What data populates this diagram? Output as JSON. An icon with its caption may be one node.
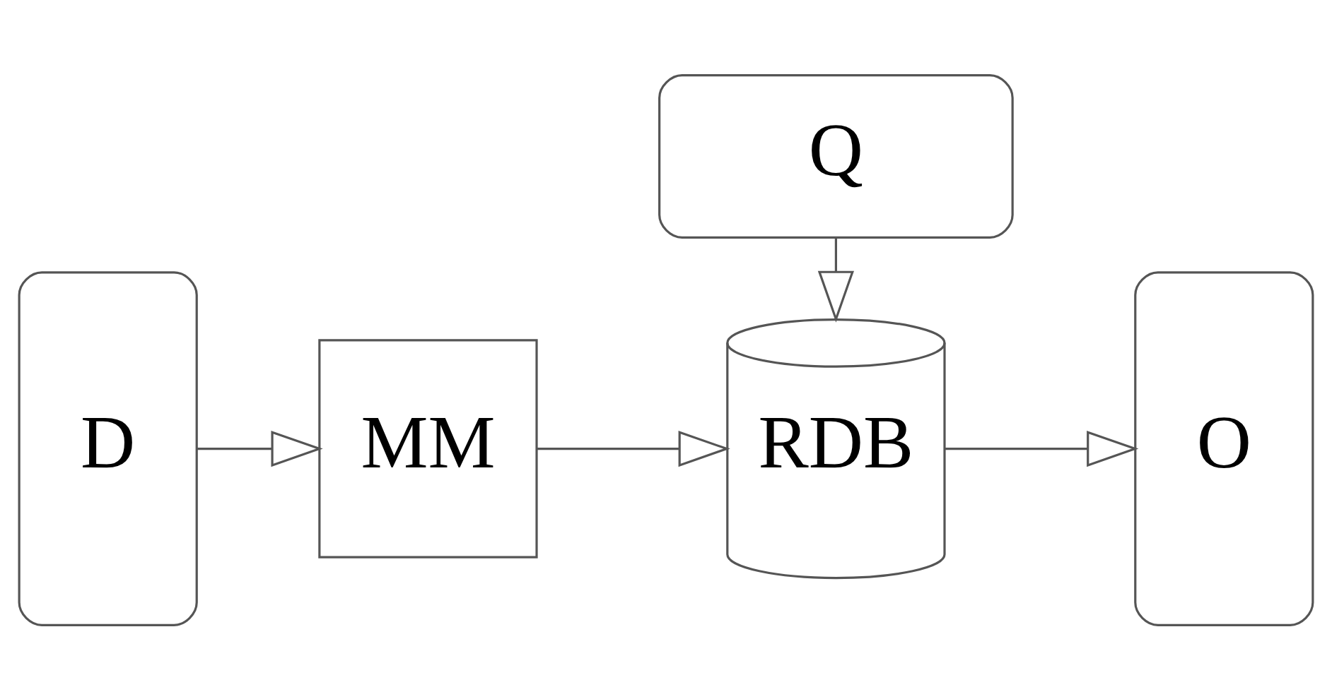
{
  "diagram": {
    "nodes": [
      {
        "text": [
          "D"
        ]
      },
      {
        "text": [
          "MM"
        ]
      },
      {
        "text": [
          "RDB"
        ]
      },
      {
        "text": [
          "O"
        ]
      },
      {
        "text": [
          "Q"
        ]
      }
    ],
    "edges": [
      {
        "from": 0,
        "to": 1,
        "arrow": "to"
      },
      {
        "from": 1,
        "to": 2,
        "arrow": "to"
      },
      {
        "from": 2,
        "to": 3,
        "arrow": "to"
      },
      {
        "from": 4,
        "to": 2,
        "arrow": "to"
      }
    ]
  }
}
